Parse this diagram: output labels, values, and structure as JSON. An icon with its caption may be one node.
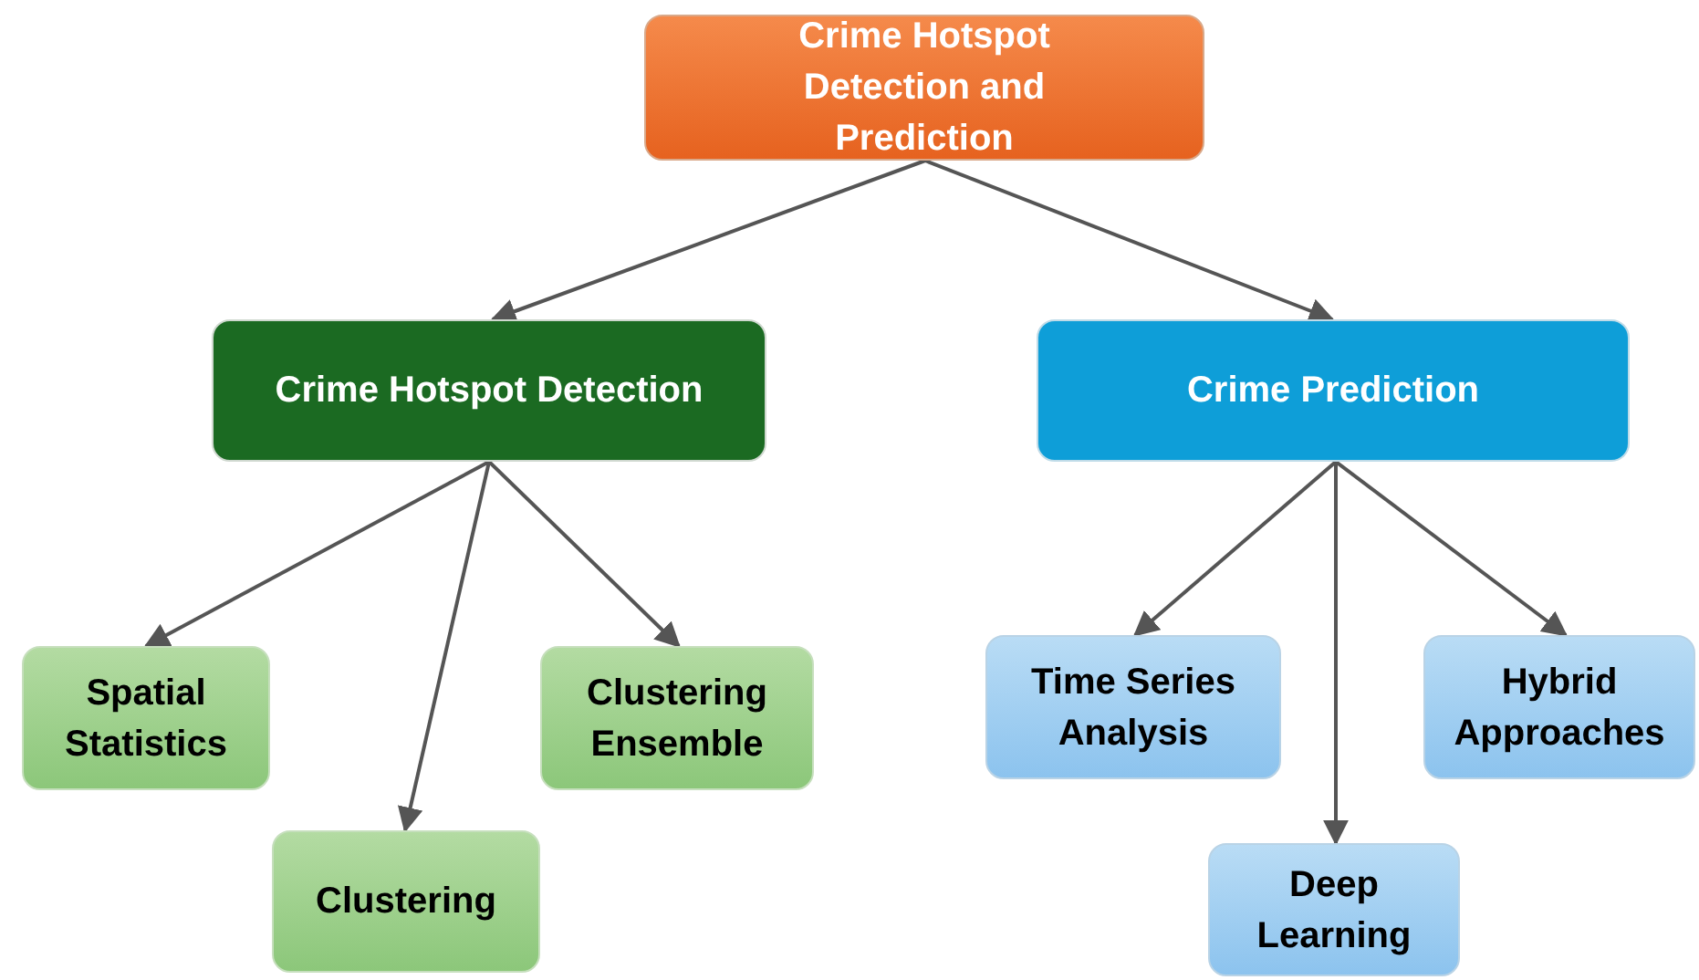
{
  "diagram": {
    "nodes": [
      {
        "text": [
          "Crime Hotspot Detection and Prediction"
        ]
      },
      {
        "text": [
          "Crime Hotspot Detection"
        ]
      },
      {
        "text": [
          "Crime Prediction"
        ]
      },
      {
        "text": [
          "Spatial Statistics"
        ]
      },
      {
        "text": [
          "Clustering"
        ]
      },
      {
        "text": [
          "Clustering Ensemble"
        ]
      },
      {
        "text": [
          "Time Series Analysis"
        ]
      },
      {
        "text": [
          "Deep Learning"
        ]
      },
      {
        "text": [
          "Hybrid Approaches"
        ]
      }
    ],
    "edges": [
      {
        "from": 0,
        "to": 1,
        "arrow": "to"
      },
      {
        "from": 0,
        "to": 2,
        "arrow": "to"
      },
      {
        "from": 1,
        "to": 3,
        "arrow": "to"
      },
      {
        "from": 1,
        "to": 4,
        "arrow": "to"
      },
      {
        "from": 1,
        "to": 5,
        "arrow": "to"
      },
      {
        "from": 2,
        "to": 6,
        "arrow": "to"
      },
      {
        "from": 2,
        "to": 7,
        "arrow": "to"
      },
      {
        "from": 2,
        "to": 8,
        "arrow": "to"
      }
    ]
  }
}
